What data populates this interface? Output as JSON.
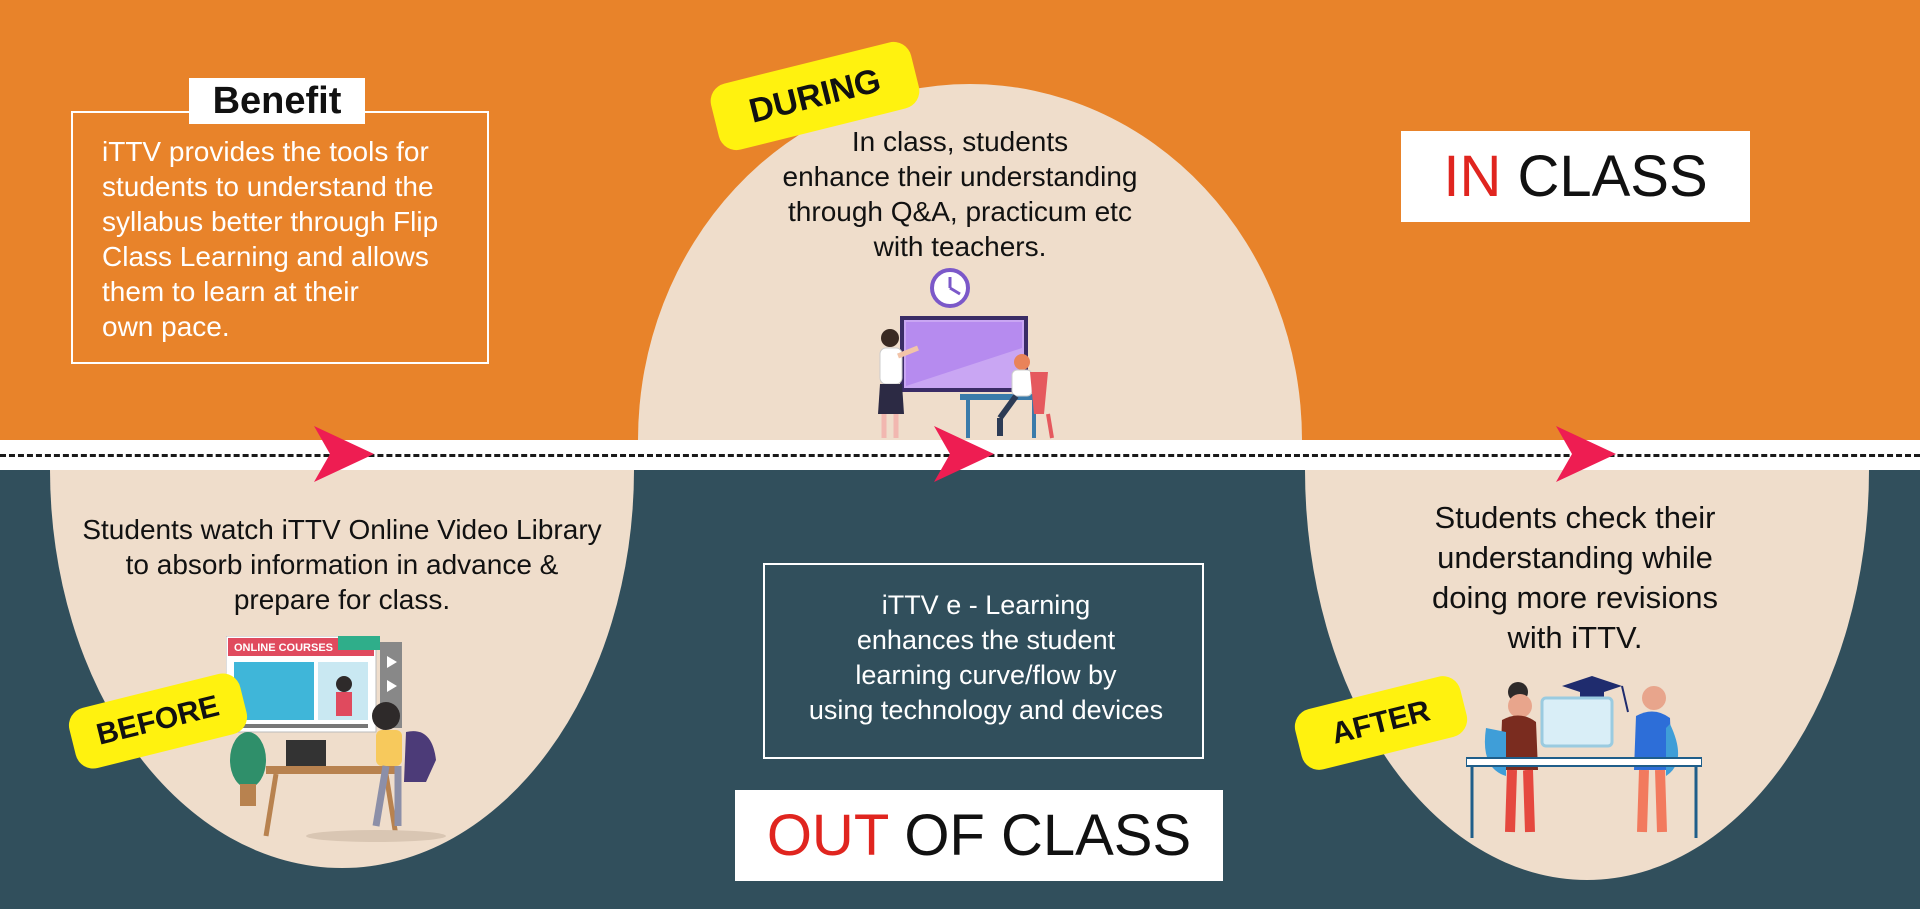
{
  "benefit": {
    "title": "Benefit",
    "lines": [
      "iTTV provides the tools for",
      "students to understand the",
      "syllabus better through Flip",
      "Class Learning and allows",
      "them to learn at their",
      "own pace."
    ]
  },
  "during": {
    "tag": "DURING",
    "lines": [
      "In class, students",
      "enhance their understanding",
      "through Q&A, practicum etc",
      "with teachers."
    ]
  },
  "before": {
    "tag": "BEFORE",
    "lines": [
      "Students watch iTTV Online Video Library",
      "to absorb information in advance &",
      "prepare for class."
    ],
    "screen_title": "ONLINE COURSES"
  },
  "after": {
    "tag": "AFTER",
    "lines": [
      "Students check their",
      "understanding while",
      "doing more revisions",
      "with iTTV."
    ]
  },
  "in_class": {
    "accent": "IN",
    "rest": " CLASS"
  },
  "out_of_class": {
    "accent": "OUT",
    "rest": " OF CLASS"
  },
  "elearning": {
    "lines": [
      "iTTV e - Learning",
      "enhances the student",
      "learning curve/flow by",
      "using technology and devices"
    ]
  },
  "colors": {
    "orange": "#E8832A",
    "teal": "#314F5C",
    "bubble": "#EFDDCB",
    "tag_yellow": "#FFF20F",
    "accent_red": "#E0251F",
    "arrow_pink": "#EE1D52"
  }
}
